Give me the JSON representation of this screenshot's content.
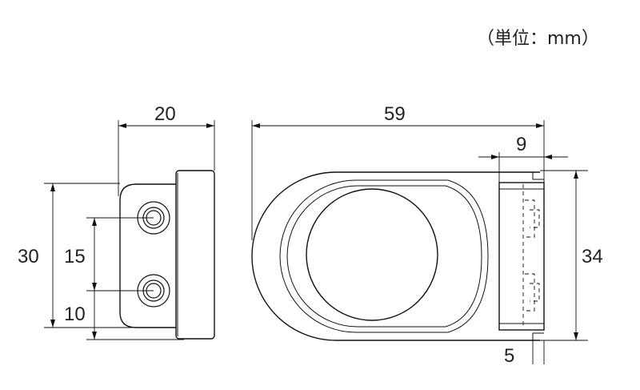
{
  "unit_note": "（単位：mm）",
  "dimensions": {
    "side_width": "20",
    "side_height": "30",
    "hole_spacing": "15",
    "hole_offset": "10",
    "overall_length": "59",
    "plate_depth": "9",
    "overall_height": "34",
    "lip": "5"
  }
}
